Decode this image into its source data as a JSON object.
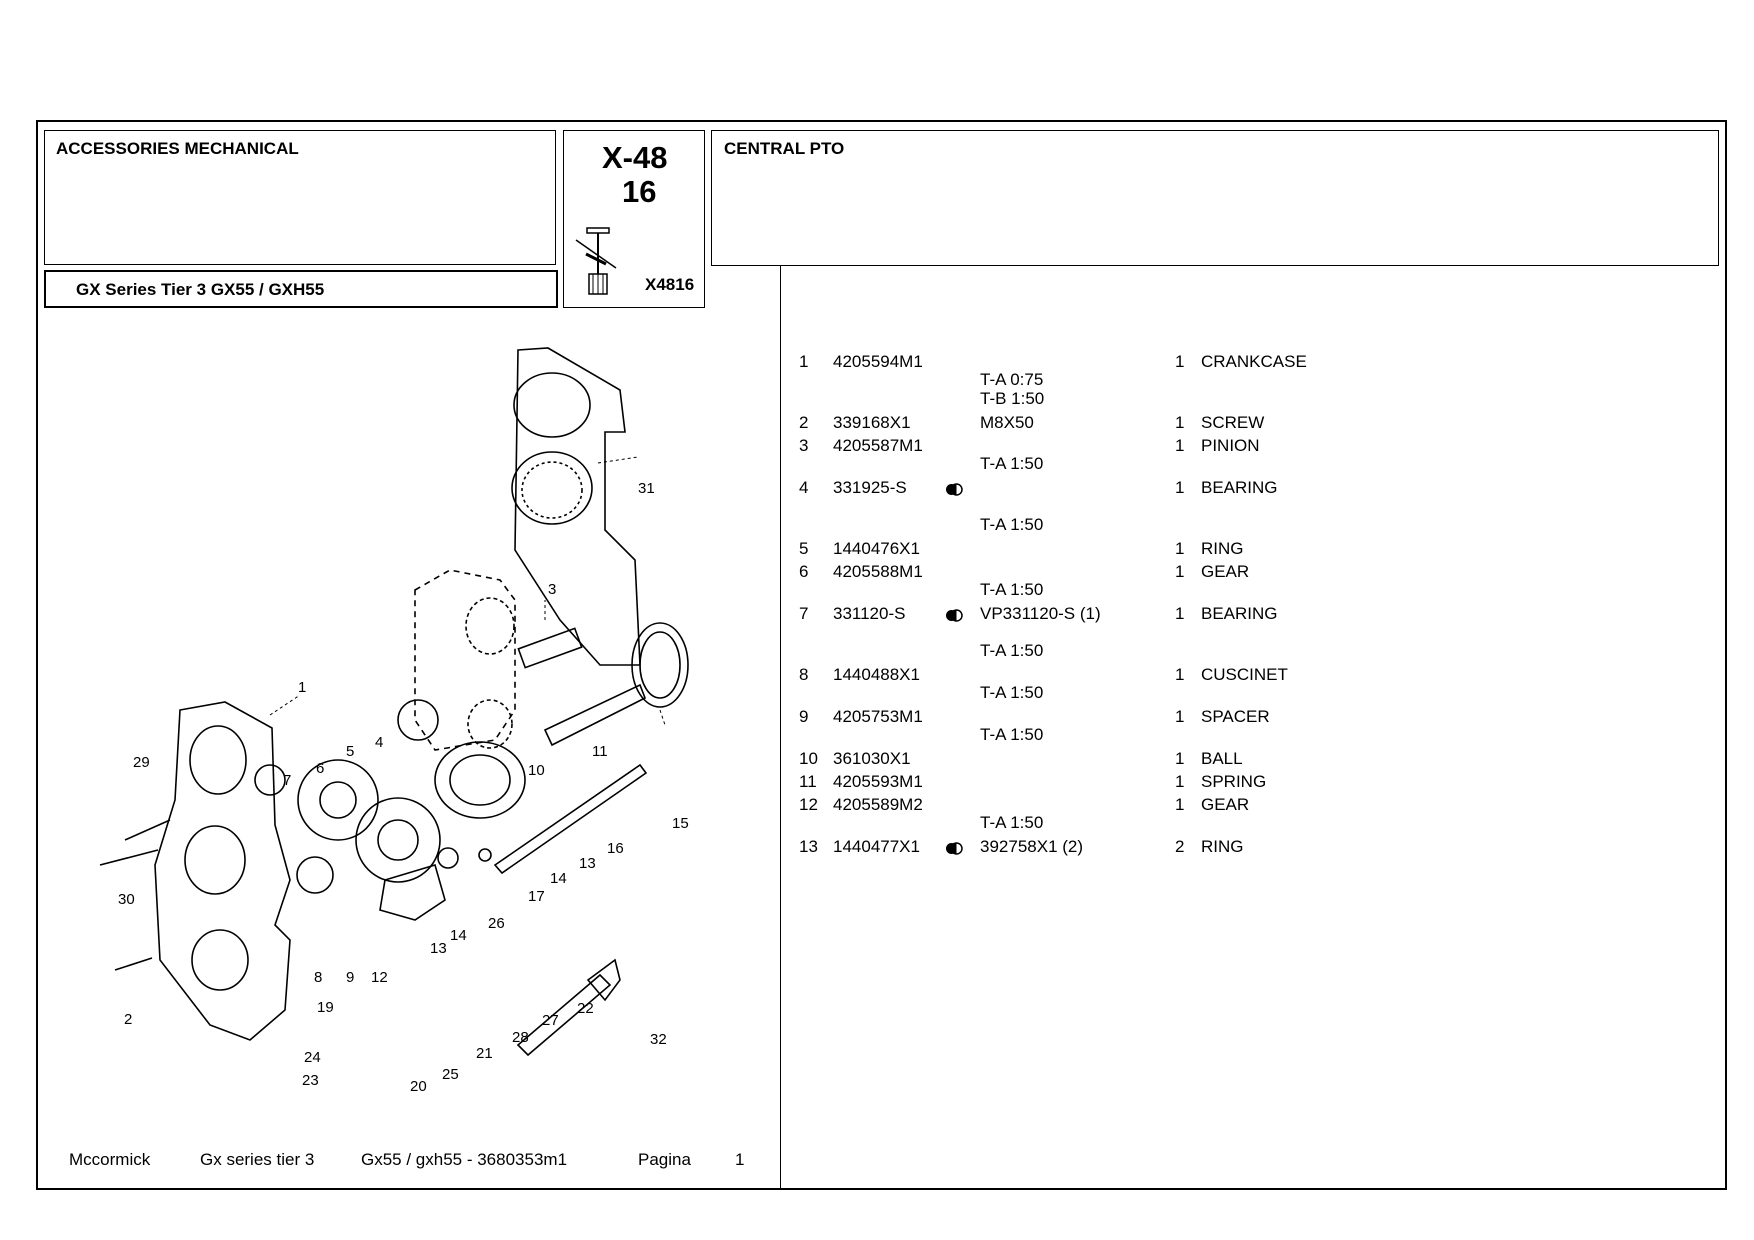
{
  "header": {
    "section": "ACCESSORIES MECHANICAL",
    "model": "GX Series Tier 3  GX55 / GXH55",
    "group_code": "X-48",
    "group_sub": "16",
    "image_ref": "X4816",
    "title": "CENTRAL PTO"
  },
  "parts": [
    {
      "ref": "1",
      "part_no": "4205594M1",
      "qty": "1",
      "desc": "CRANKCASE",
      "note": "",
      "icon": false,
      "notes_after": [
        "T-A 0:75",
        "T-B 1:50"
      ]
    },
    {
      "ref": "2",
      "part_no": "339168X1",
      "qty": "1",
      "desc": "SCREW",
      "note": "M8X50",
      "icon": false,
      "notes_after": []
    },
    {
      "ref": "3",
      "part_no": "4205587M1",
      "qty": "1",
      "desc": "PINION",
      "note": "",
      "icon": false,
      "notes_after": [
        "T-A 1:50"
      ]
    },
    {
      "ref": "4",
      "part_no": "331925-S",
      "qty": "1",
      "desc": "BEARING",
      "note": "",
      "icon": true,
      "notes_after": [
        "T-A 1:50"
      ]
    },
    {
      "ref": "5",
      "part_no": "1440476X1",
      "qty": "1",
      "desc": "RING",
      "note": "",
      "icon": false,
      "notes_after": []
    },
    {
      "ref": "6",
      "part_no": "4205588M1",
      "qty": "1",
      "desc": "GEAR",
      "note": "",
      "icon": false,
      "notes_after": [
        "T-A 1:50"
      ]
    },
    {
      "ref": "7",
      "part_no": "331120-S",
      "qty": "1",
      "desc": "BEARING",
      "note": "VP331120-S  (1)",
      "icon": true,
      "notes_after": [
        "T-A 1:50"
      ]
    },
    {
      "ref": "8",
      "part_no": "1440488X1",
      "qty": "1",
      "desc": "CUSCINET",
      "note": "",
      "icon": false,
      "notes_after": [
        "T-A 1:50"
      ]
    },
    {
      "ref": "9",
      "part_no": "4205753M1",
      "qty": "1",
      "desc": "SPACER",
      "note": "",
      "icon": false,
      "notes_after": [
        "T-A 1:50"
      ]
    },
    {
      "ref": "10",
      "part_no": "361030X1",
      "qty": "1",
      "desc": "BALL",
      "note": "",
      "icon": false,
      "notes_after": []
    },
    {
      "ref": "11",
      "part_no": "4205593M1",
      "qty": "1",
      "desc": "SPRING",
      "note": "",
      "icon": false,
      "notes_after": []
    },
    {
      "ref": "12",
      "part_no": "4205589M2",
      "qty": "1",
      "desc": "GEAR",
      "note": "",
      "icon": false,
      "notes_after": [
        "T-A 1:50"
      ]
    },
    {
      "ref": "13",
      "part_no": "1440477X1",
      "qty": "2",
      "desc": "RING",
      "note": "392758X1  (2)",
      "icon": true,
      "notes_after": []
    }
  ],
  "diagram_callouts": [
    "1",
    "2",
    "3",
    "4",
    "5",
    "6",
    "7",
    "8",
    "9",
    "10",
    "11",
    "12",
    "13",
    "13",
    "14",
    "14",
    "15",
    "16",
    "17",
    "19",
    "20",
    "21",
    "22",
    "23",
    "24",
    "25",
    "26",
    "27",
    "28",
    "29",
    "30",
    "31",
    "32"
  ],
  "footer": {
    "brand": "Mccormick",
    "series": "Gx series tier 3",
    "model_doc": "Gx55 / gxh55  - 3680353m1",
    "page_label": "Pagina",
    "page_number": "1"
  }
}
